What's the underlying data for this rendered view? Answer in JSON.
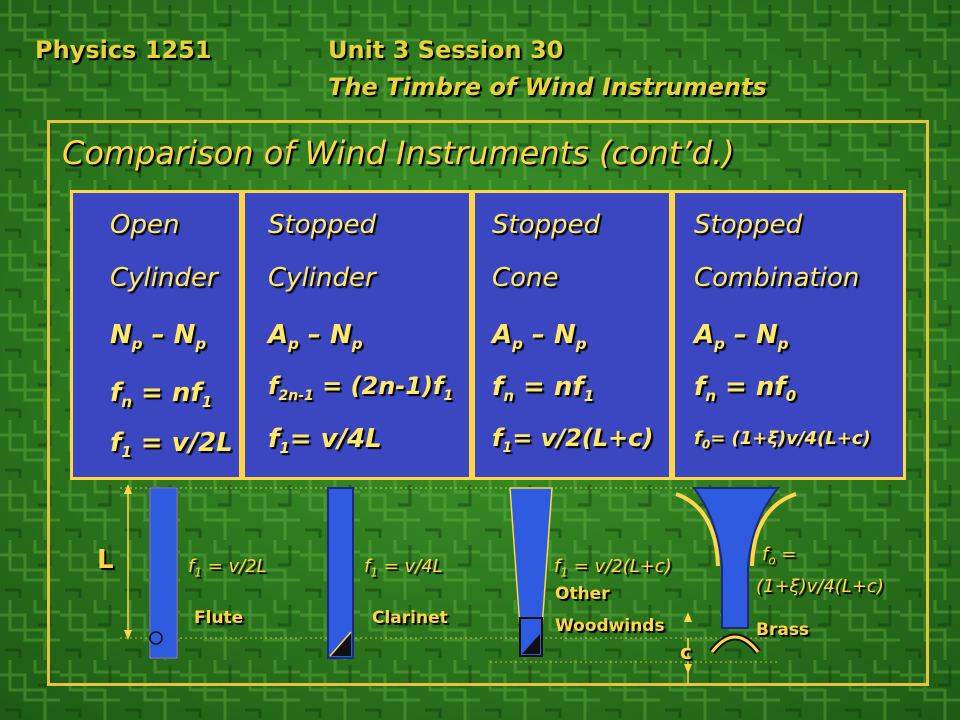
{
  "header": {
    "course": "Physics 1251",
    "unit": "Unit 3 Session 30",
    "subtitle": "The Timbre of  Wind Instruments"
  },
  "title": "Comparison of  Wind Instruments (cont’d.)",
  "panels": [
    {
      "line1": "Open",
      "line2": "Cylinder",
      "nodes": {
        "a": "N",
        "a_sub": "p",
        "dash": " – ",
        "b": "N",
        "b_sub": "p"
      },
      "fn": {
        "f": "f",
        "sub": "n",
        "rest": " = nf",
        "sub2": "1"
      },
      "f1": {
        "f": "f",
        "sub": "1",
        "rest": " = v/2L"
      }
    },
    {
      "line1": "Stopped",
      "line2": "Cylinder",
      "nodes": {
        "a": "A",
        "a_sub": "p",
        "dash": " – ",
        "b": "N",
        "b_sub": "p"
      },
      "fn": {
        "f": "f",
        "sub": "2n-1",
        "rest": " = (2n-1)f",
        "sub2": "1"
      },
      "f1": {
        "f": "f",
        "sub": "1",
        "rest": "= v/4L"
      }
    },
    {
      "line1": "Stopped",
      "line2": "Cone",
      "nodes": {
        "a": "A",
        "a_sub": "p",
        "dash": " – ",
        "b": "N",
        "b_sub": "p"
      },
      "fn": {
        "f": "f",
        "sub": "n",
        "rest": " = nf",
        "sub2": "1"
      },
      "f1": {
        "f": "f",
        "sub": "1",
        "rest": "= v/2(L+c)"
      }
    },
    {
      "line1": "Stopped",
      "line2": "Combination",
      "nodes": {
        "a": "A",
        "a_sub": "p",
        "dash": " – ",
        "b": "N",
        "b_sub": "p"
      },
      "fn": {
        "f": "f",
        "sub": "n",
        "rest": " = nf",
        "sub2": "0"
      },
      "f1": {
        "f": "f",
        "sub": "0",
        "rest": "= (1+ξ)v/4(L+c)"
      }
    }
  ],
  "diagram": {
    "length_label": "L",
    "end_correction_label": "c",
    "instruments": [
      {
        "name": "Flute",
        "formula_f": "f",
        "formula_sub": "1",
        "formula_rest": " = v/2L"
      },
      {
        "name": "Clarinet",
        "formula_f": "f",
        "formula_sub": "1",
        "formula_rest": " = v/4L"
      },
      {
        "name_line1": "Other",
        "name_line2": "Woodwinds",
        "formula_f": "f",
        "formula_sub": "1",
        "formula_rest": " = v/2(L+c)"
      },
      {
        "name": "Brass",
        "formula_f": "f",
        "formula_sub": "o",
        "formula_rest": " =",
        "formula_line2": "(1+ξ)v/4(L+c)"
      }
    ]
  },
  "colors": {
    "background": "#2a7a1e",
    "panel": "#3a47c0",
    "accent": "#ffd54a",
    "tube": "#2f5be0"
  }
}
